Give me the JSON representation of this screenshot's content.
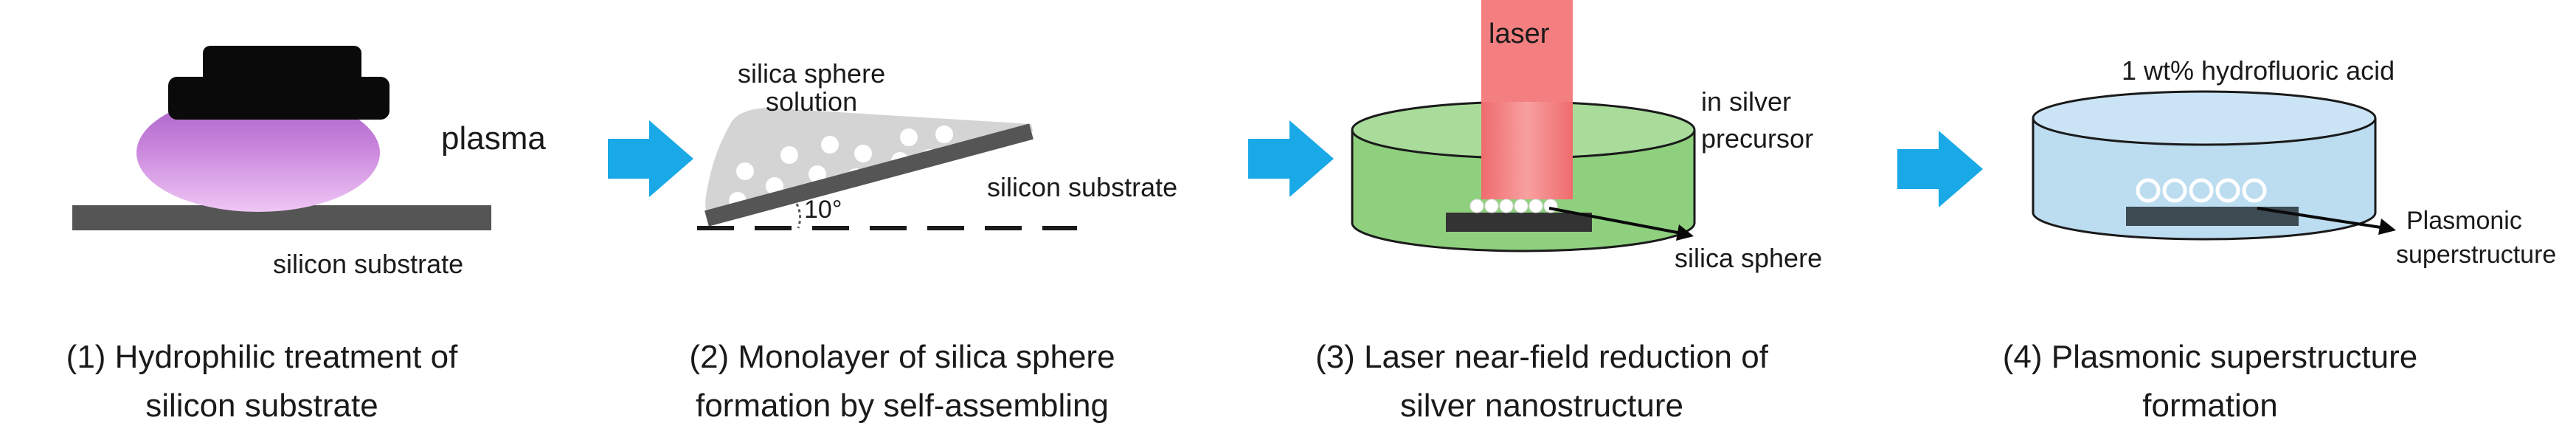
{
  "steps": [
    {
      "caption_line1": "(1) Hydrophilic treatment of",
      "caption_line2": "silicon substrate",
      "labels": {
        "plasma": "plasma",
        "substrate": "silicon substrate"
      }
    },
    {
      "caption_line1": "(2) Monolayer of silica sphere",
      "caption_line2": "formation by self-assembling",
      "labels": {
        "solution_line1": "silica  sphere",
        "solution_line2": "solution",
        "substrate": "silicon substrate",
        "angle": "10°"
      }
    },
    {
      "caption_line1": "(3) Laser near-field reduction of",
      "caption_line2": "silver nanostructure",
      "labels": {
        "laser": "laser",
        "precursor_line1": "in silver",
        "precursor_line2": "precursor",
        "sphere": "silica sphere"
      }
    },
    {
      "caption_line1": "(4) Plasmonic superstructure",
      "caption_line2": "formation",
      "labels": {
        "acid": "1 wt% hydrofluoric acid",
        "result_line1": "Plasmonic",
        "result_line2": "superstructure"
      }
    }
  ],
  "colors": {
    "arrow": "#19a9e6",
    "plasma": "#c87fd9",
    "cap": "#0a0a0a",
    "substrate": "#555555",
    "solution": "#d4d4d4",
    "laser": "#f47f80",
    "precursor": "#8fd07e",
    "acid": "#bcdcf0"
  }
}
